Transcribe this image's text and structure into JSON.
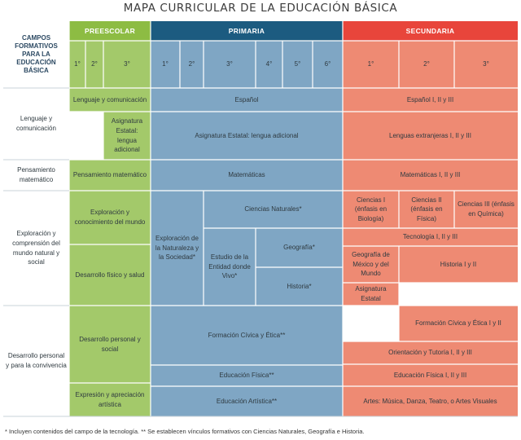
{
  "title": "MAPA CURRICULAR DE LA EDUCACIÓN BÁSICA",
  "header": {
    "corner": "CAMPOS FORMATIVOS PARA LA EDUCACIÓN BÁSICA",
    "preescolar": "PREESCOLAR",
    "primaria": "PRIMARIA",
    "secundaria": "SECUNDARIA"
  },
  "grades": {
    "preescolar": [
      "1°",
      "2°",
      "3°"
    ],
    "primaria": [
      "1°",
      "2°",
      "3°",
      "4°",
      "5°",
      "6°"
    ],
    "secundaria": [
      "1°",
      "2°",
      "3°"
    ]
  },
  "fields": {
    "lenguaje": "Lenguaje y comunicación",
    "pensamiento": "Pensamiento matemático",
    "exploracion": "Exploración y comprensión del mundo natural y social",
    "desarrollo": "Desarrollo personal y para la convivencia"
  },
  "cells": {
    "pre_lenguaje": "Lenguaje y comunicación",
    "pre_asignatura": "Asignatura Estatal: lengua adicional",
    "pri_espanol": "Español",
    "pri_asignatura": "Asignatura Estatal: lengua adicional",
    "sec_espanol": "Español I, II y III",
    "sec_lenguas": "Lenguas extranjeras I, II y III",
    "pre_pensamiento": "Pensamiento matemático",
    "pri_matematicas": "Matemáticas",
    "sec_matematicas": "Matemáticas I, II y III",
    "pre_exploracion": "Exploración y conocimiento del mundo",
    "pre_desarrollo_fisico": "Desarrollo físico y salud",
    "pri_exploracion_naturaleza": "Exploración de la Naturaleza y la Sociedad*",
    "pri_ciencias": "Ciencias Naturales*",
    "pri_estudio_entidad": "Estudio de la Entidad donde Vivo*",
    "pri_geografia": "Geografía*",
    "pri_historia": "Historia*",
    "sec_ciencias_1": "Ciencias I (énfasis en Biología)",
    "sec_ciencias_2": "Ciencias II (énfasis en Física)",
    "sec_ciencias_3": "Ciencias III (énfasis en Química)",
    "sec_tecnologia": "Tecnología I, II y III",
    "sec_geografia": "Geografía de México y del Mundo",
    "sec_historia": "Historia I y II",
    "sec_asignatura": "Asignatura Estatal",
    "pre_desarrollo_personal": "Desarrollo personal y social",
    "pri_formacion": "Formación Cívica y Ética**",
    "sec_formacion": "Formación Cívica y Ética I y II",
    "sec_orientacion": "Orientación y Tutoría I, II y III",
    "pri_ed_fisica": "Educación Física**",
    "sec_ed_fisica": "Educación Física I, II y III",
    "pre_expresion": "Expresión y apreciación artística",
    "pri_ed_artistica": "Educación Artística**",
    "sec_artes": "Artes: Música, Danza, Teatro, o Artes Visuales"
  },
  "footnote": "* Incluyen contenidos del campo de la tecnología. ** Se establecen vínculos formativos con Ciencias Naturales, Geografía e Historia.",
  "colors": {
    "preescolar_header": "#8dbc43",
    "preescolar_cell": "#a3c96a",
    "primaria_header": "#1c5b80",
    "primaria_cell": "#7fa6c4",
    "secundaria_header": "#e8453b",
    "secundaria_cell": "#ee8a73"
  }
}
